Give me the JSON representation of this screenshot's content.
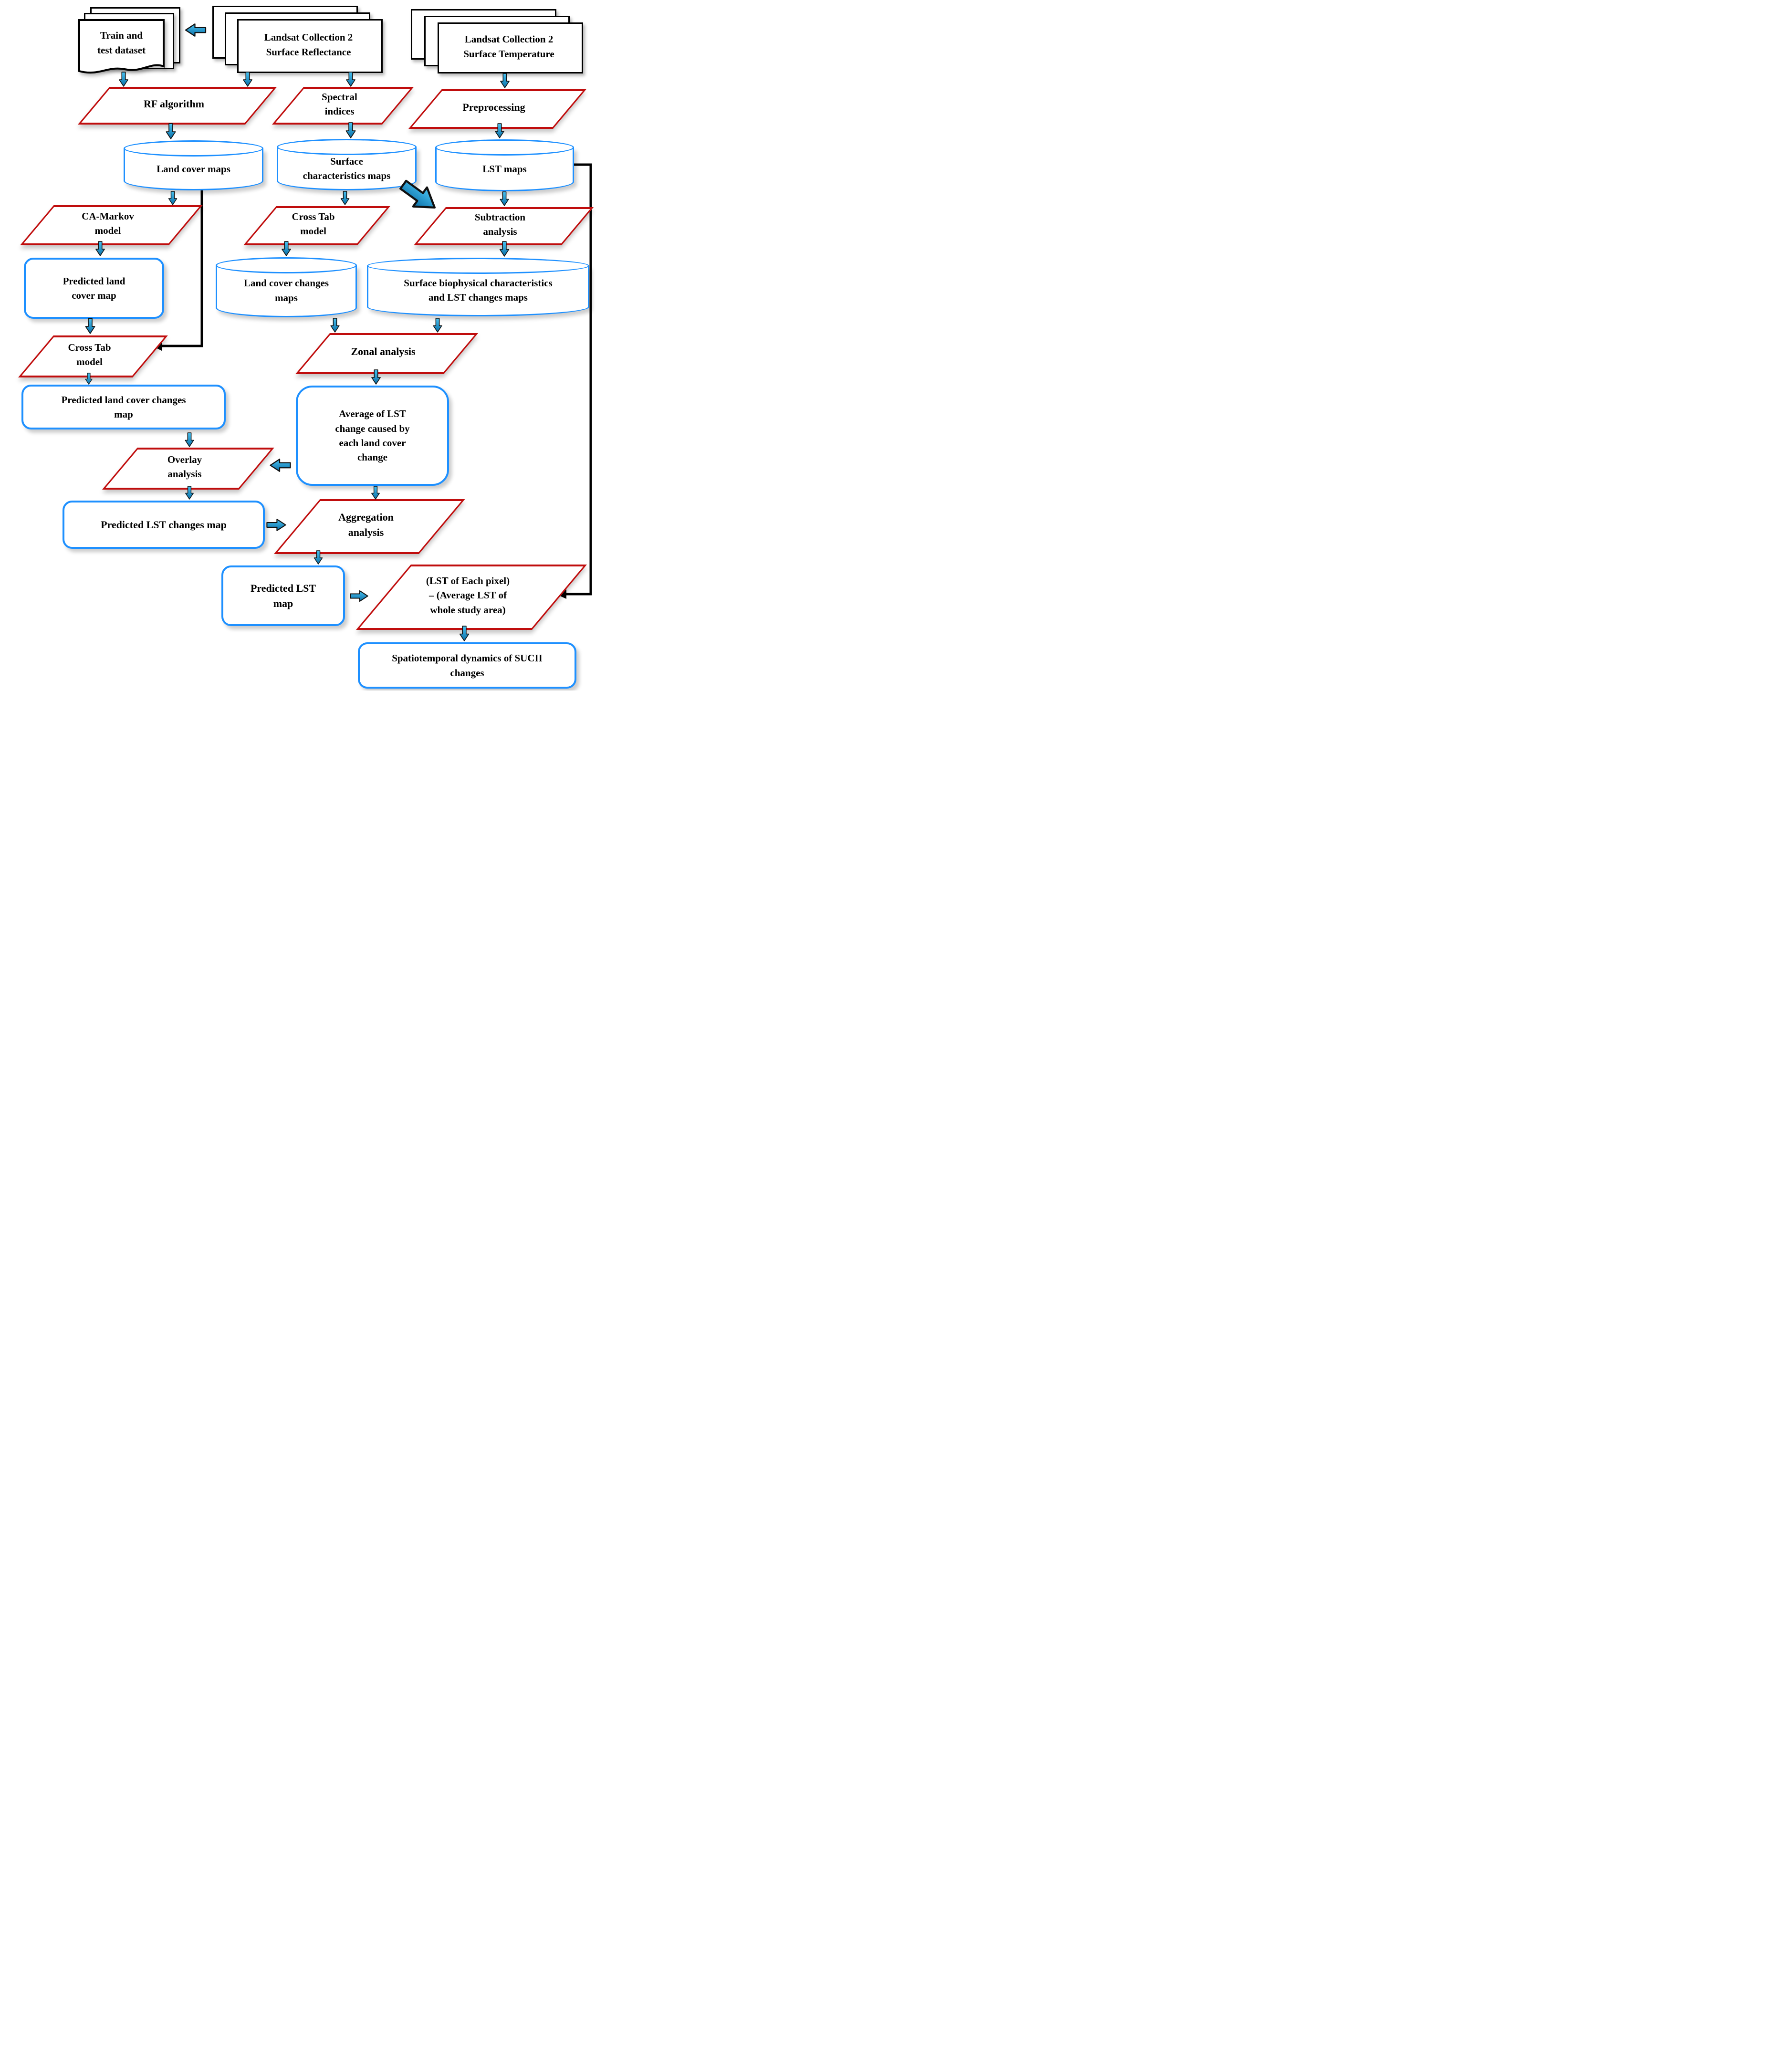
{
  "diagram": {
    "nodes": {
      "train_test": "Train and\ntest dataset",
      "reflectance": "Landsat Collection 2\nSurface Reflectance",
      "temperature": "Landsat Collection 2\nSurface Temperature",
      "rf": "RF algorithm",
      "spectral": "Spectral\nindices",
      "preprocessing": "Preprocessing",
      "land_cover_maps": "Land cover maps",
      "surface_char": "Surface\ncharacteristics maps",
      "lst_maps": "LST maps",
      "ca_markov": "CA-Markov\nmodel",
      "cross_tab_1": "Cross Tab\nmodel",
      "subtraction": "Subtraction\nanalysis",
      "predicted_lc": "Predicted land\ncover map",
      "lc_changes": "Land cover changes\nmaps",
      "surface_bio": "Surface biophysical characteristics\nand LST changes maps",
      "cross_tab_2": "Cross Tab\nmodel",
      "zonal": "Zonal analysis",
      "predicted_lc_changes": "Predicted land cover changes\nmap",
      "avg_lst": "Average of LST\nchange caused by\neach land cover\nchange",
      "overlay": "Overlay\nanalysis",
      "aggregation": "Aggregation\nanalysis",
      "predicted_lst_changes": "Predicted LST changes map",
      "predicted_lst": "Predicted LST\nmap",
      "formula": "(LST of Each pixel)\n– (Average LST of\nwhole study area)",
      "sucii": "Spatiotemporal dynamics of SUCII\nchanges"
    },
    "colors": {
      "process_border": "#c00d0d",
      "data_border": "#1e90ff",
      "arrow_light": "#45bdee",
      "arrow_dark": "#0a6ea6",
      "connector": "#000000",
      "text": "#000000"
    }
  }
}
